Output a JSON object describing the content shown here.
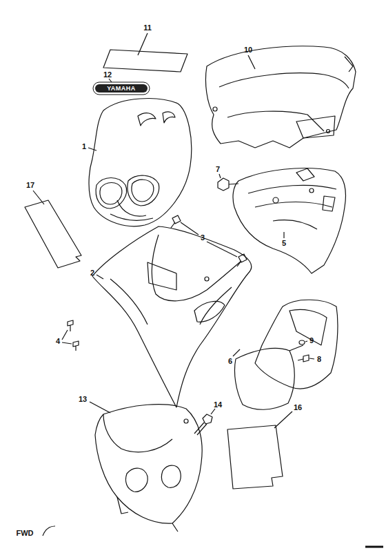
{
  "diagram": {
    "nodes": [
      {
        "text": [
          "YAMAHA"
        ]
      }
    ],
    "labels": [
      "11",
      "12",
      "10",
      "1",
      "17",
      "7",
      "3",
      "5",
      "2",
      "4",
      "9",
      "8",
      "6",
      "13",
      "14",
      "16",
      "FWD"
    ]
  }
}
